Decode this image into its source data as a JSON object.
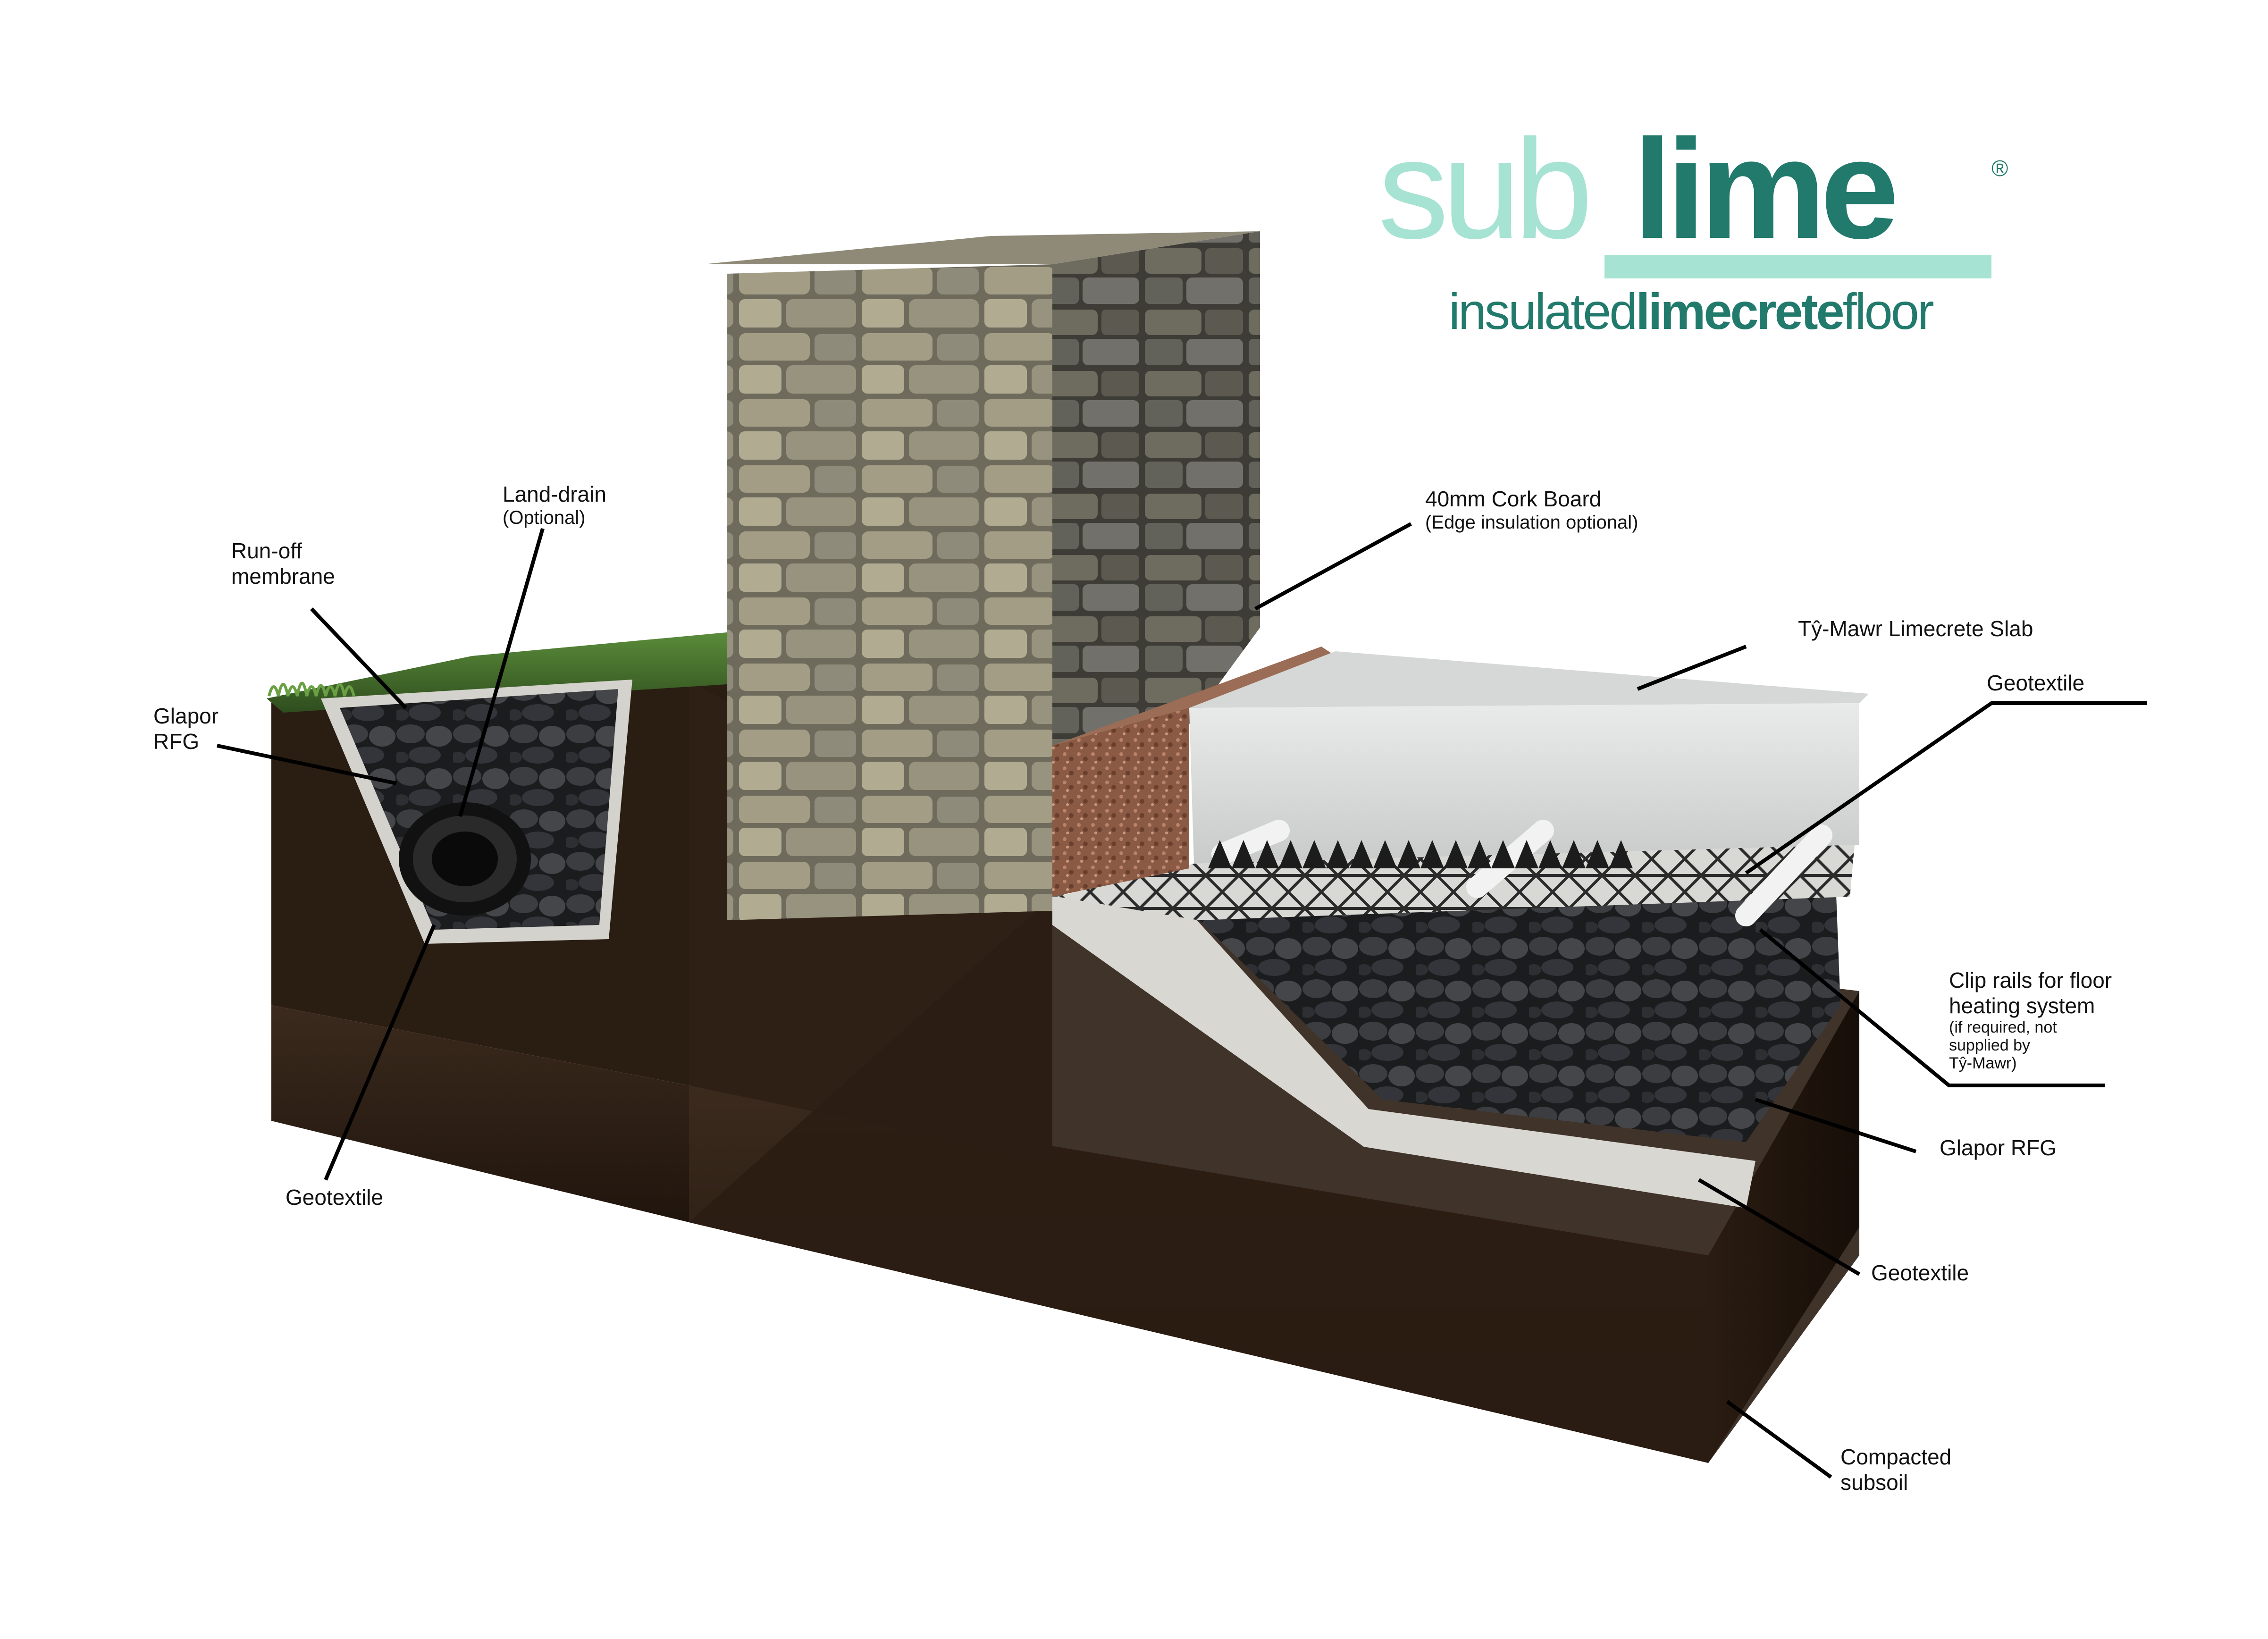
{
  "logo": {
    "word_light": "sub",
    "word_bold": "lime",
    "registered": "®",
    "tagline_light_1": "insulated",
    "tagline_bold": "limecrete",
    "tagline_light_2": "floor",
    "color_dark": "#217a6b",
    "color_light": "#a6e3d3"
  },
  "labels": {
    "land_drain": {
      "title": "Land-drain",
      "note": "(Optional)"
    },
    "runoff_membrane": {
      "line1": "Run-off",
      "line2": "membrane"
    },
    "glapor_left": {
      "line1": "Glapor",
      "line2": "RFG"
    },
    "geotextile_left": "Geotextile",
    "cork_board": {
      "title": "40mm Cork Board",
      "note": "(Edge insulation optional)"
    },
    "limecrete_slab": "Tŷ-Mawr Limecrete Slab",
    "geotextile_top": "Geotextile",
    "clip_rails": {
      "line1": "Clip rails for floor",
      "line2": "heating system",
      "note1": "(if required, not",
      "note2": "supplied by",
      "note3": "Tŷ-Mawr)"
    },
    "glapor_right": "Glapor RFG",
    "geotextile_right": "Geotextile",
    "compacted_subsoil": {
      "line1": "Compacted",
      "line2": "subsoil"
    }
  }
}
